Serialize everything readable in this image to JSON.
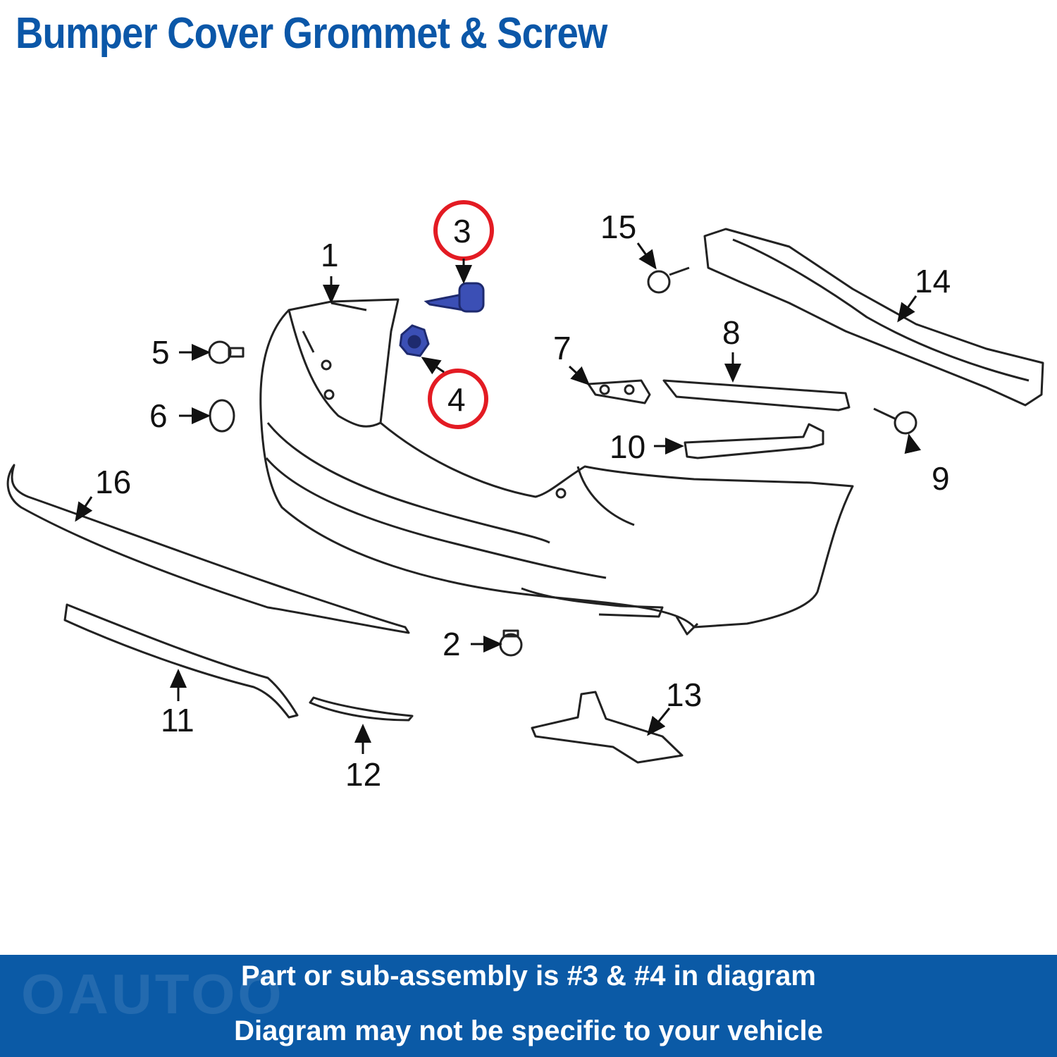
{
  "title": "Bumper Cover Grommet & Screw",
  "watermark": "OAUTOO",
  "colors": {
    "title": "#0b57a8",
    "banner": "#0b5aa6",
    "highlight_ring": "#e31b23",
    "highlight_part": "#3b4fb5"
  },
  "callouts": [
    "1",
    "2",
    "3",
    "4",
    "5",
    "6",
    "7",
    "8",
    "9",
    "10",
    "11",
    "12",
    "13",
    "14",
    "15",
    "16"
  ],
  "highlighted_callouts": [
    "3",
    "4"
  ],
  "banner": {
    "line1": "Part or sub-assembly is #3 & #4 in diagram",
    "line2": "Diagram may not be specific to your vehicle"
  }
}
